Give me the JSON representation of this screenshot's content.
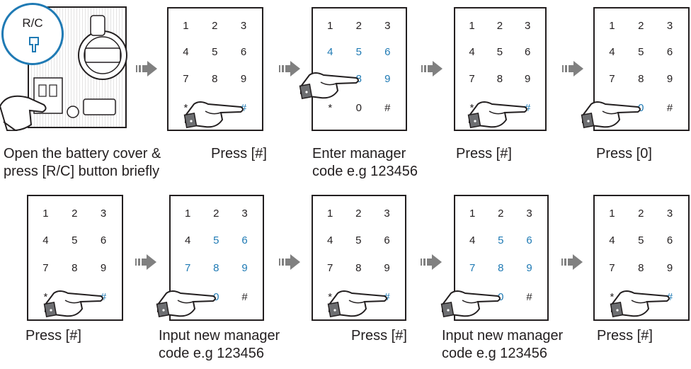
{
  "colors": {
    "highlight": "#1f7ab4",
    "ink": "#231f20",
    "arrow": "#808080"
  },
  "keys": [
    "1",
    "2",
    "3",
    "4",
    "5",
    "6",
    "7",
    "8",
    "9",
    "*",
    "0",
    "#"
  ],
  "rc_label": "R/C",
  "steps": [
    {
      "caption": [
        "Open the battery cover &",
        "press [R/C] button briefly"
      ],
      "highlight": [],
      "finger": "rc-button"
    },
    {
      "caption": [
        "Press [#]"
      ],
      "highlight": [
        "#"
      ],
      "finger": "#"
    },
    {
      "caption": [
        "Enter manager",
        "code e.g 123456"
      ],
      "highlight": [
        "4",
        "5",
        "6",
        "7",
        "8",
        "9"
      ],
      "finger": "8"
    },
    {
      "caption": [
        "Press [#]"
      ],
      "highlight": [
        "#"
      ],
      "finger": "#"
    },
    {
      "caption": [
        "Press [0]"
      ],
      "highlight": [
        "0"
      ],
      "finger": "0"
    },
    {
      "caption": [
        "Press [#]"
      ],
      "highlight": [
        "#"
      ],
      "finger": "#"
    },
    {
      "caption": [
        "Input new manager",
        "code e.g 123456"
      ],
      "highlight": [
        "5",
        "6",
        "7",
        "8",
        "9",
        "0"
      ],
      "finger": "0"
    },
    {
      "caption": [
        "Press [#]"
      ],
      "highlight": [
        "#"
      ],
      "finger": "#"
    },
    {
      "caption": [
        "Input new manager",
        "code e.g 123456"
      ],
      "highlight": [
        "5",
        "6",
        "7",
        "8",
        "9",
        "0"
      ],
      "finger": "0"
    },
    {
      "caption": [
        "Press [#]"
      ],
      "highlight": [
        "#"
      ],
      "finger": "#"
    }
  ]
}
